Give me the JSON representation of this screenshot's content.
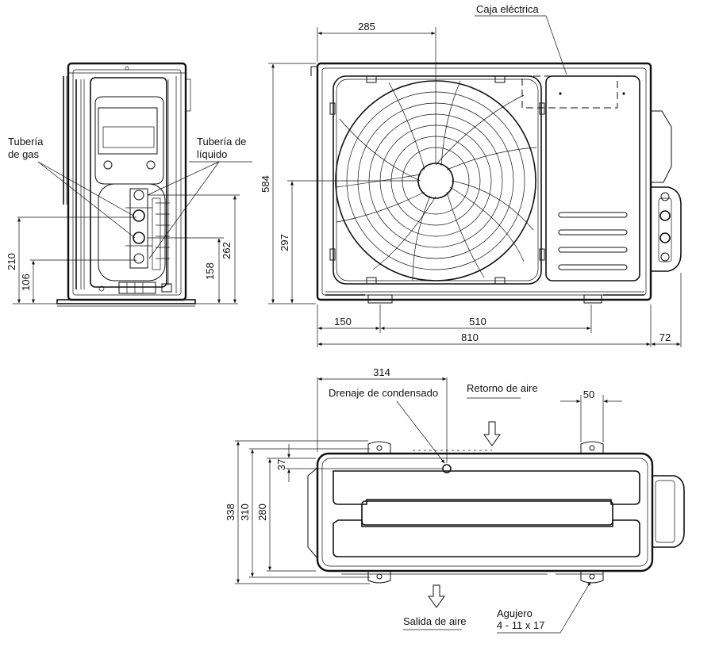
{
  "labels": {
    "caja_electrica": "Caja eléctrica",
    "tuberia_gas_1": "Tubería",
    "tuberia_gas_2": "de gas",
    "tuberia_liquido_1": "Tubería de",
    "tuberia_liquido_2": "líquido",
    "drenaje": "Drenaje de condensado",
    "retorno": "Retorno de aire",
    "salida": "Salida de aire",
    "agujero_1": "Agujero",
    "agujero_2": "4 - 11 x 17"
  },
  "dimensions": {
    "side_210": "210",
    "side_106": "106",
    "side_158": "158",
    "side_262": "262",
    "front_285": "285",
    "front_584": "584",
    "front_297": "297",
    "front_150": "150",
    "front_510": "510",
    "front_810": "810",
    "front_72": "72",
    "top_314": "314",
    "top_50": "50",
    "top_338": "338",
    "top_310": "310",
    "top_280": "280",
    "top_37": "37"
  }
}
